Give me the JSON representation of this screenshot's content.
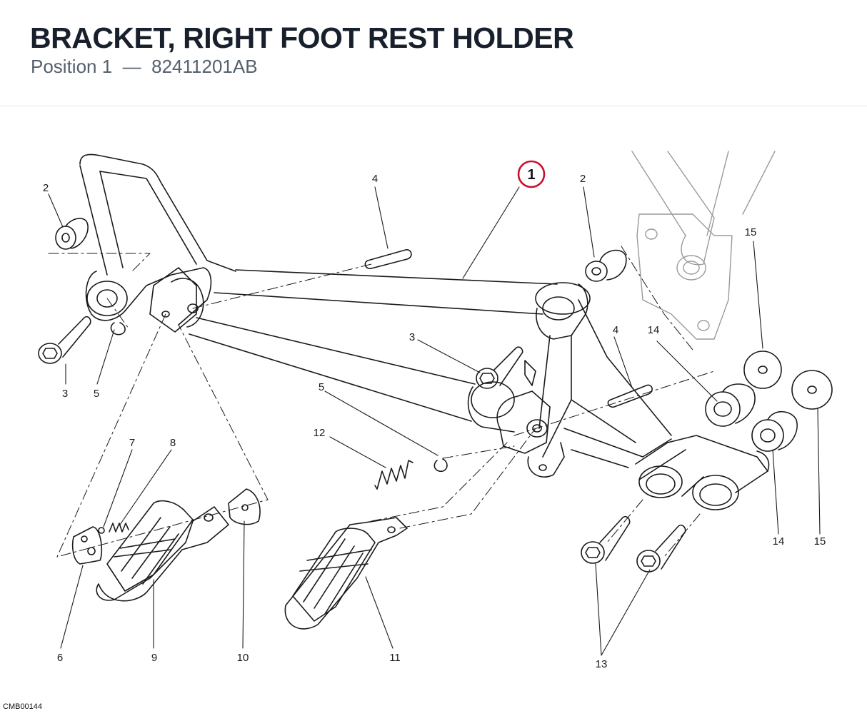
{
  "header": {
    "title": "BRACKET, RIGHT FOOT REST HOLDER",
    "position_label": "Position 1",
    "separator": "—",
    "part_number": "82411201AB"
  },
  "diagram": {
    "highlighted_callout": "1",
    "highlight_color": "#c8102e",
    "callouts": {
      "c2_left": "2",
      "c4_top": "4",
      "c2_right": "2",
      "c15_top": "15",
      "c3_mid": "3",
      "c4_right": "4",
      "c14_top": "14",
      "c3_left": "3",
      "c5_left": "5",
      "c5_mid": "5",
      "c12": "12",
      "c7": "7",
      "c8": "8",
      "c6": "6",
      "c9": "9",
      "c10": "10",
      "c11": "11",
      "c13": "13",
      "c14_bottom": "14",
      "c15_bottom": "15"
    }
  },
  "footer": {
    "code": "CMB00144"
  }
}
